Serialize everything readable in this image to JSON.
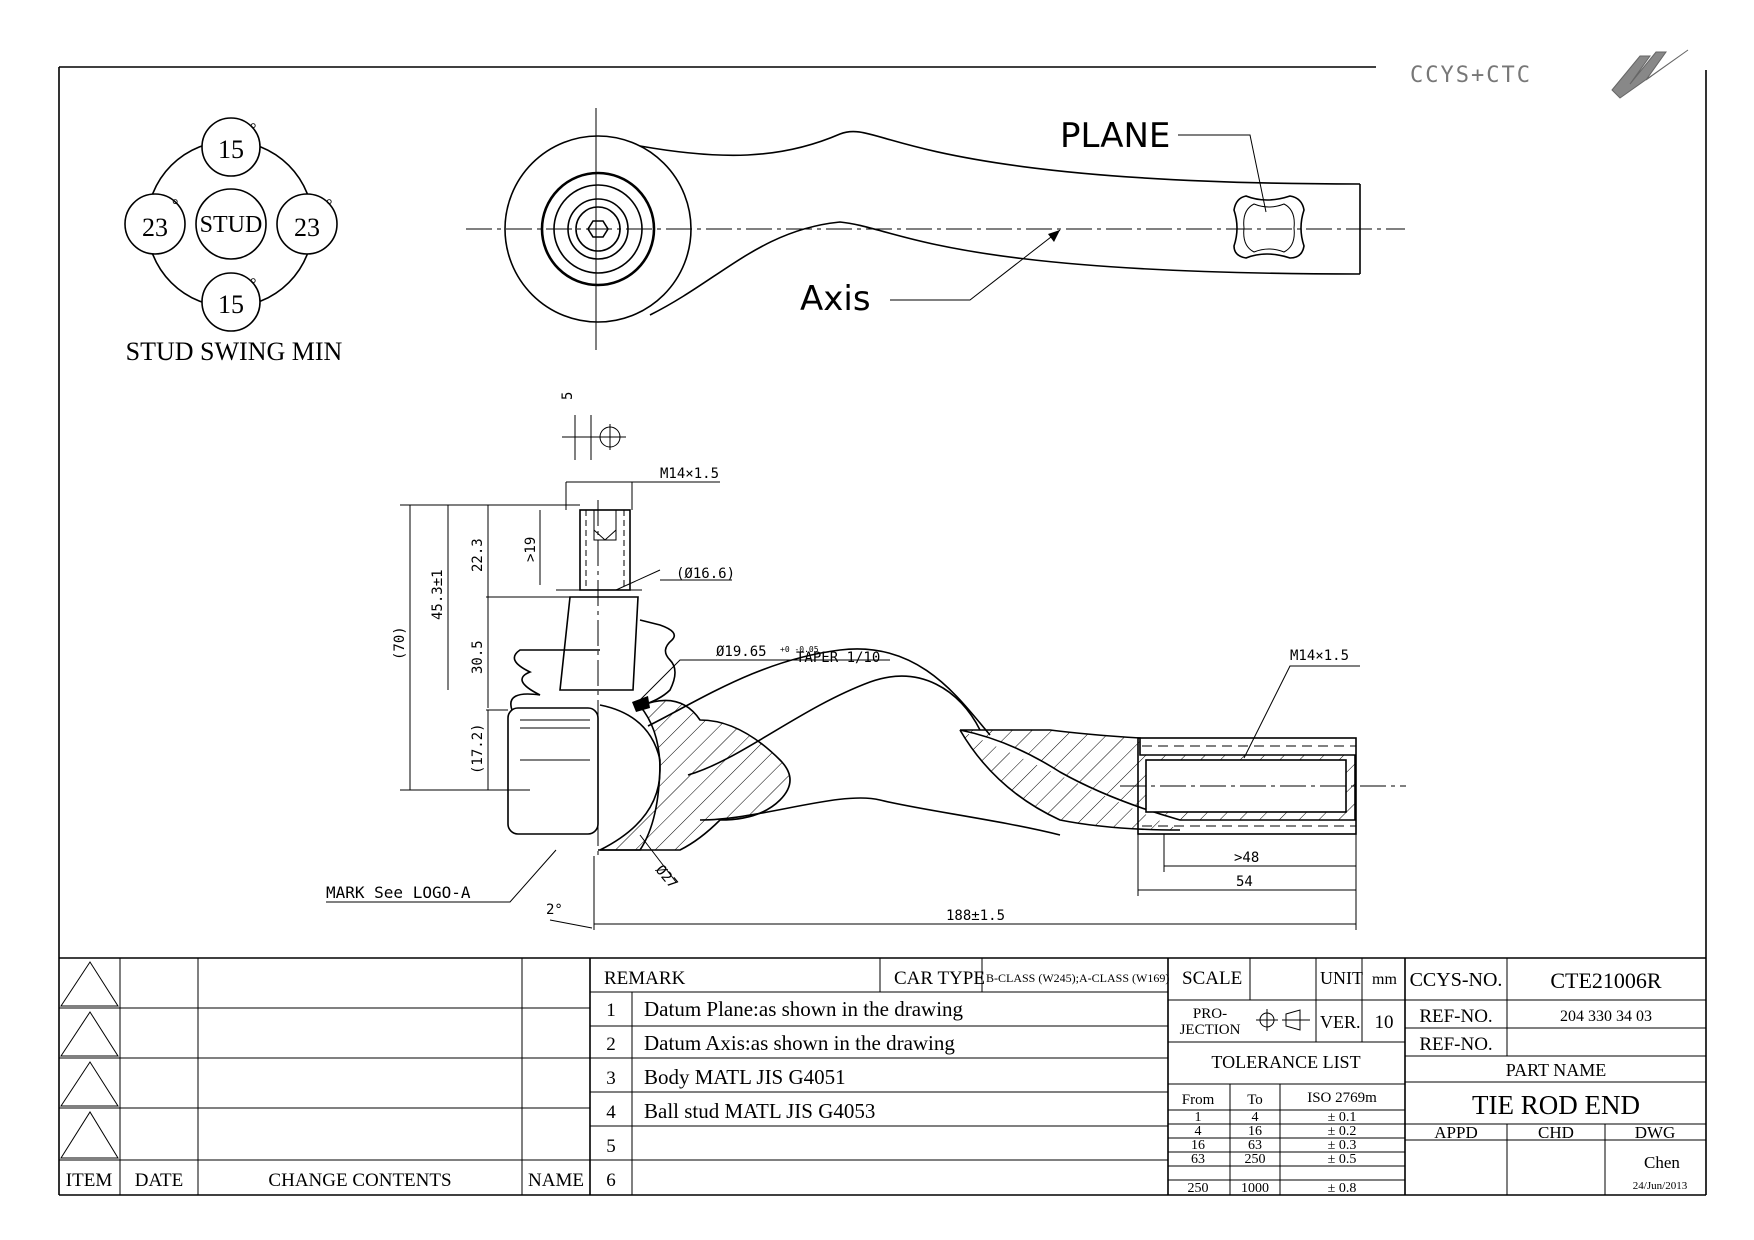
{
  "logo": {
    "text": "CCYS+CTC",
    "icon": "ccys-ctc-logo-icon"
  },
  "swing": {
    "top": "15",
    "bottom": "15",
    "left": "23",
    "right": "23",
    "center": "STUD",
    "degree": "°",
    "caption": "STUD SWING MIN"
  },
  "top_view": {
    "plane_label": "PLANE",
    "axis_label": "Axis"
  },
  "dims": {
    "tol_small": "5",
    "thread_stud": "M14×1.5",
    "d1": "(Ø16.6)",
    "h_70": "(70)",
    "h_45": "45.3±1",
    "h_22": "22.3",
    "h_19": ">19",
    "h_30": "30.5",
    "h_17": "(17.2)",
    "taper": "Ø19.65",
    "taper_tol": "+0 -0.05",
    "taper_text": "TAPER 1/10",
    "thread_end": "M14×1.5",
    "ball": "Ø27",
    "len_48": ">48",
    "len_54": "54",
    "len_188": "188±1.5",
    "angle": "2°",
    "mark": "MARK See LOGO-A"
  },
  "changes": {
    "headers": {
      "item": "ITEM",
      "date": "DATE",
      "contents": "CHANGE CONTENTS",
      "name": "NAME"
    }
  },
  "remarks": {
    "remark_label": "REMARK",
    "car_type_label": "CAR TYPE",
    "car_type": "B-CLASS (W245);A-CLASS (W169)",
    "rows": [
      {
        "no": "1",
        "text": "Datum Plane:as shown in the drawing"
      },
      {
        "no": "2",
        "text": "Datum Axis:as shown in the drawing"
      },
      {
        "no": "3",
        "text": "Body MATL JIS G4051"
      },
      {
        "no": "4",
        "text": "Ball stud MATL JIS G4053"
      },
      {
        "no": "5",
        "text": ""
      },
      {
        "no": "6",
        "text": ""
      }
    ]
  },
  "info": {
    "scale_label": "SCALE",
    "unit_label": "UNIT",
    "unit": "mm",
    "projection_label_1": "PRO-",
    "projection_label_2": "JECTION",
    "ver_label": "VER.",
    "ver": "10",
    "tolerance_title": "TOLERANCE LIST",
    "tol_headers": {
      "from": "From",
      "to": "To",
      "std": "ISO 2769m"
    },
    "tolerances": [
      {
        "from": "1",
        "to": "4",
        "tol": "± 0.1"
      },
      {
        "from": "4",
        "to": "16",
        "tol": "± 0.2"
      },
      {
        "from": "16",
        "to": "63",
        "tol": "± 0.3"
      },
      {
        "from": "63",
        "to": "250",
        "tol": "± 0.5"
      },
      {
        "from": "250",
        "to": "1000",
        "tol": "± 0.8"
      }
    ]
  },
  "title_block": {
    "ccys_label": "CCYS-NO.",
    "ccys_no": "CTE21006R",
    "ref_label_1": "REF-NO.",
    "ref_no_1": "204 330 34 03",
    "ref_label_2": "REF-NO.",
    "ref_no_2": "",
    "part_name_label": "PART NAME",
    "part_name": "TIE ROD END",
    "appd_label": "APPD",
    "chd_label": "CHD",
    "dwg_label": "DWG",
    "dwg_name": "Chen",
    "date": "24/Jun/2013"
  }
}
